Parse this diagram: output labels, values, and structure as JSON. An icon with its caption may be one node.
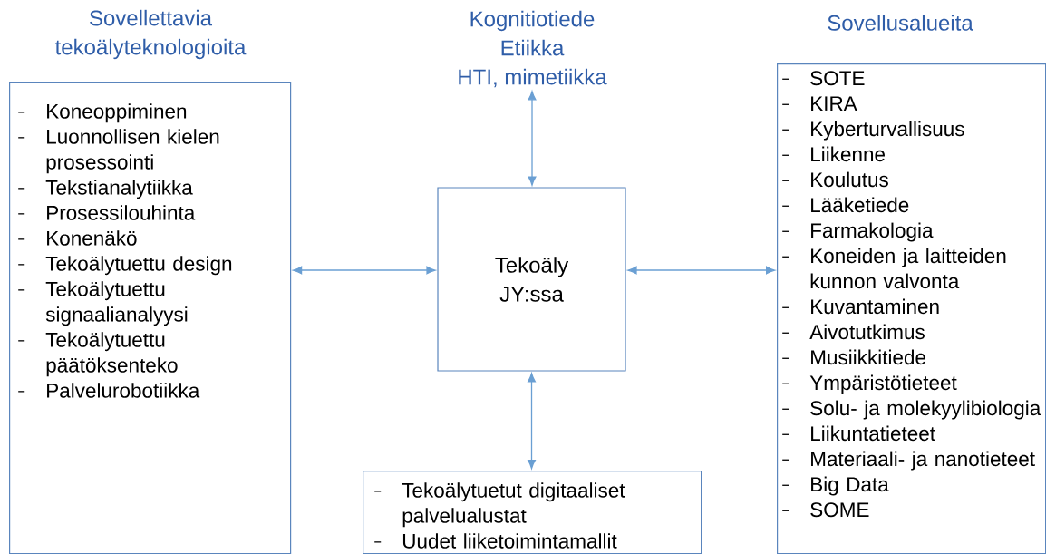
{
  "diagram": {
    "nodes": [
      {
        "text": [
          "Sovellettavia tekoälyteknologioita",
          "Koneoppiminen",
          "Luonnollisen kielen prosessointi",
          "Tekstianalytiikka",
          "Prosessilouhinta",
          "Konenäkö",
          "Tekoälytuettu design",
          "Tekoälytuettu signaalianalyysi",
          "Tekoälytuettu päätöksenteko",
          "Palvelurobotiikka"
        ]
      },
      {
        "text": [
          "Kognitiotiede",
          "Etiikka",
          "HTI, mimetiikka"
        ]
      },
      {
        "text": [
          "Tekoäly JY:ssa"
        ]
      },
      {
        "text": [
          "Sovellusalueita",
          "SOTE",
          "KIRA",
          "Kyberturvallisuus",
          "Liikenne",
          "Koulutus",
          "Lääketiede",
          "Farmakologia",
          "Koneiden ja laitteiden kunnon valvonta",
          "Kuvantaminen",
          "Aivotutkimus",
          "Musiikkitiede",
          "Ympäristötieteet",
          "Solu- ja molekyylibiologia",
          "Liikuntatieteet",
          "Materiaali- ja nanotieteet",
          "Big Data",
          "SOME"
        ]
      },
      {
        "text": [
          "Tekoälytuetut digitaaliset palvelualustat",
          "Uudet liiketoimintamallit"
        ]
      }
    ],
    "edges": [
      {
        "from": 2,
        "to": 1,
        "arrow": "both"
      },
      {
        "from": 0,
        "to": 2,
        "arrow": "both"
      },
      {
        "from": 2,
        "to": 3,
        "arrow": "both"
      },
      {
        "from": 2,
        "to": 4,
        "arrow": "both"
      }
    ]
  }
}
